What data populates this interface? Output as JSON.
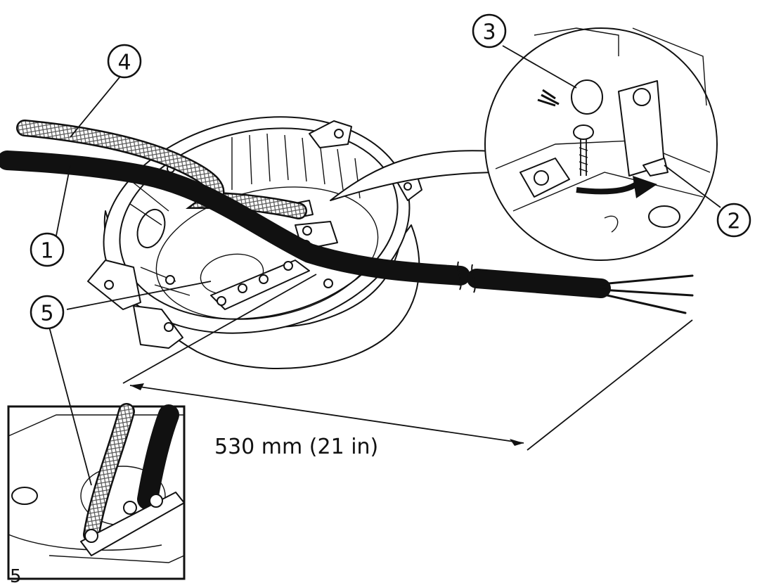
{
  "callouts": [
    {
      "label": "1"
    },
    {
      "label": "2"
    },
    {
      "label": "3"
    },
    {
      "label": "4"
    },
    {
      "label": "5"
    },
    {
      "label": "5"
    }
  ],
  "dimension": {
    "text": "530 mm (21 in)"
  },
  "inset_corner_mark": {
    "text": "5"
  }
}
